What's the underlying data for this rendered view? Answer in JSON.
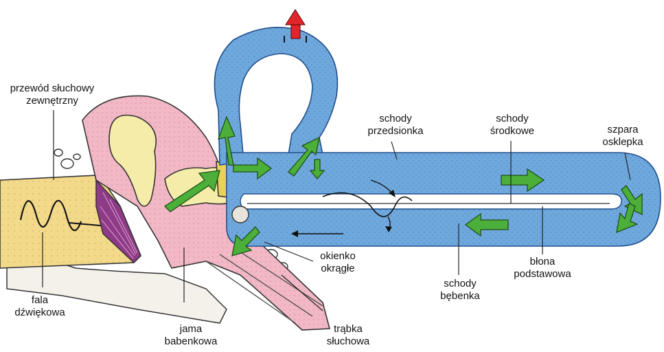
{
  "labels": {
    "ear_canal": [
      "przewód słuchowy",
      "zewnętrzny"
    ],
    "sound_wave": [
      "fala",
      "dźwiękowa"
    ],
    "tympanic_cavity": [
      "jama",
      "babenkowa"
    ],
    "eustachian_tube": [
      "trąbka",
      "słuchowa"
    ],
    "round_window": [
      "okienko",
      "okrągłe"
    ],
    "scala_vestibuli": [
      "schody",
      "przedsionka"
    ],
    "scala_media": [
      "schody",
      "środkowe"
    ],
    "helicotrema": [
      "szpara",
      "osklepka"
    ],
    "scala_tympani": [
      "schody",
      "bębenka"
    ],
    "basilar_membrane": [
      "błona",
      "podstawowa"
    ]
  },
  "colors": {
    "fluid_blue": "#6fa8dc",
    "fluid_blue_dark": "#1f4e8c",
    "middle_ear_pink": "#f2b8c6",
    "canal_yellow": "#f3d98a",
    "eardrum_purple": "#8e3a86",
    "ossicle_cream": "#f5ecaa",
    "arrow_green": "#4caf3a",
    "arrow_red": "#e0262a",
    "bone_gray": "#e8e4dc"
  }
}
